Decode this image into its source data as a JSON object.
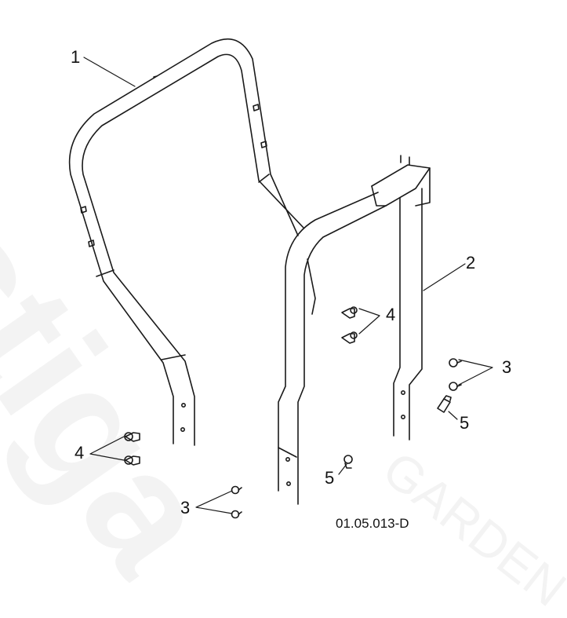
{
  "watermark": {
    "brand": "stiga",
    "sub": "GARDEN"
  },
  "diagram": {
    "drawing_code": "01.05.013-D",
    "callouts": {
      "upper_handle": "1",
      "lower_handle": "2",
      "screw_right": "3",
      "screw_left": "3",
      "knob_center": "4",
      "knob_left": "4",
      "bolt_right": "5",
      "bolt_center": "5"
    }
  },
  "style": {
    "line_color": "#1a1a1a",
    "background": "#ffffff"
  }
}
